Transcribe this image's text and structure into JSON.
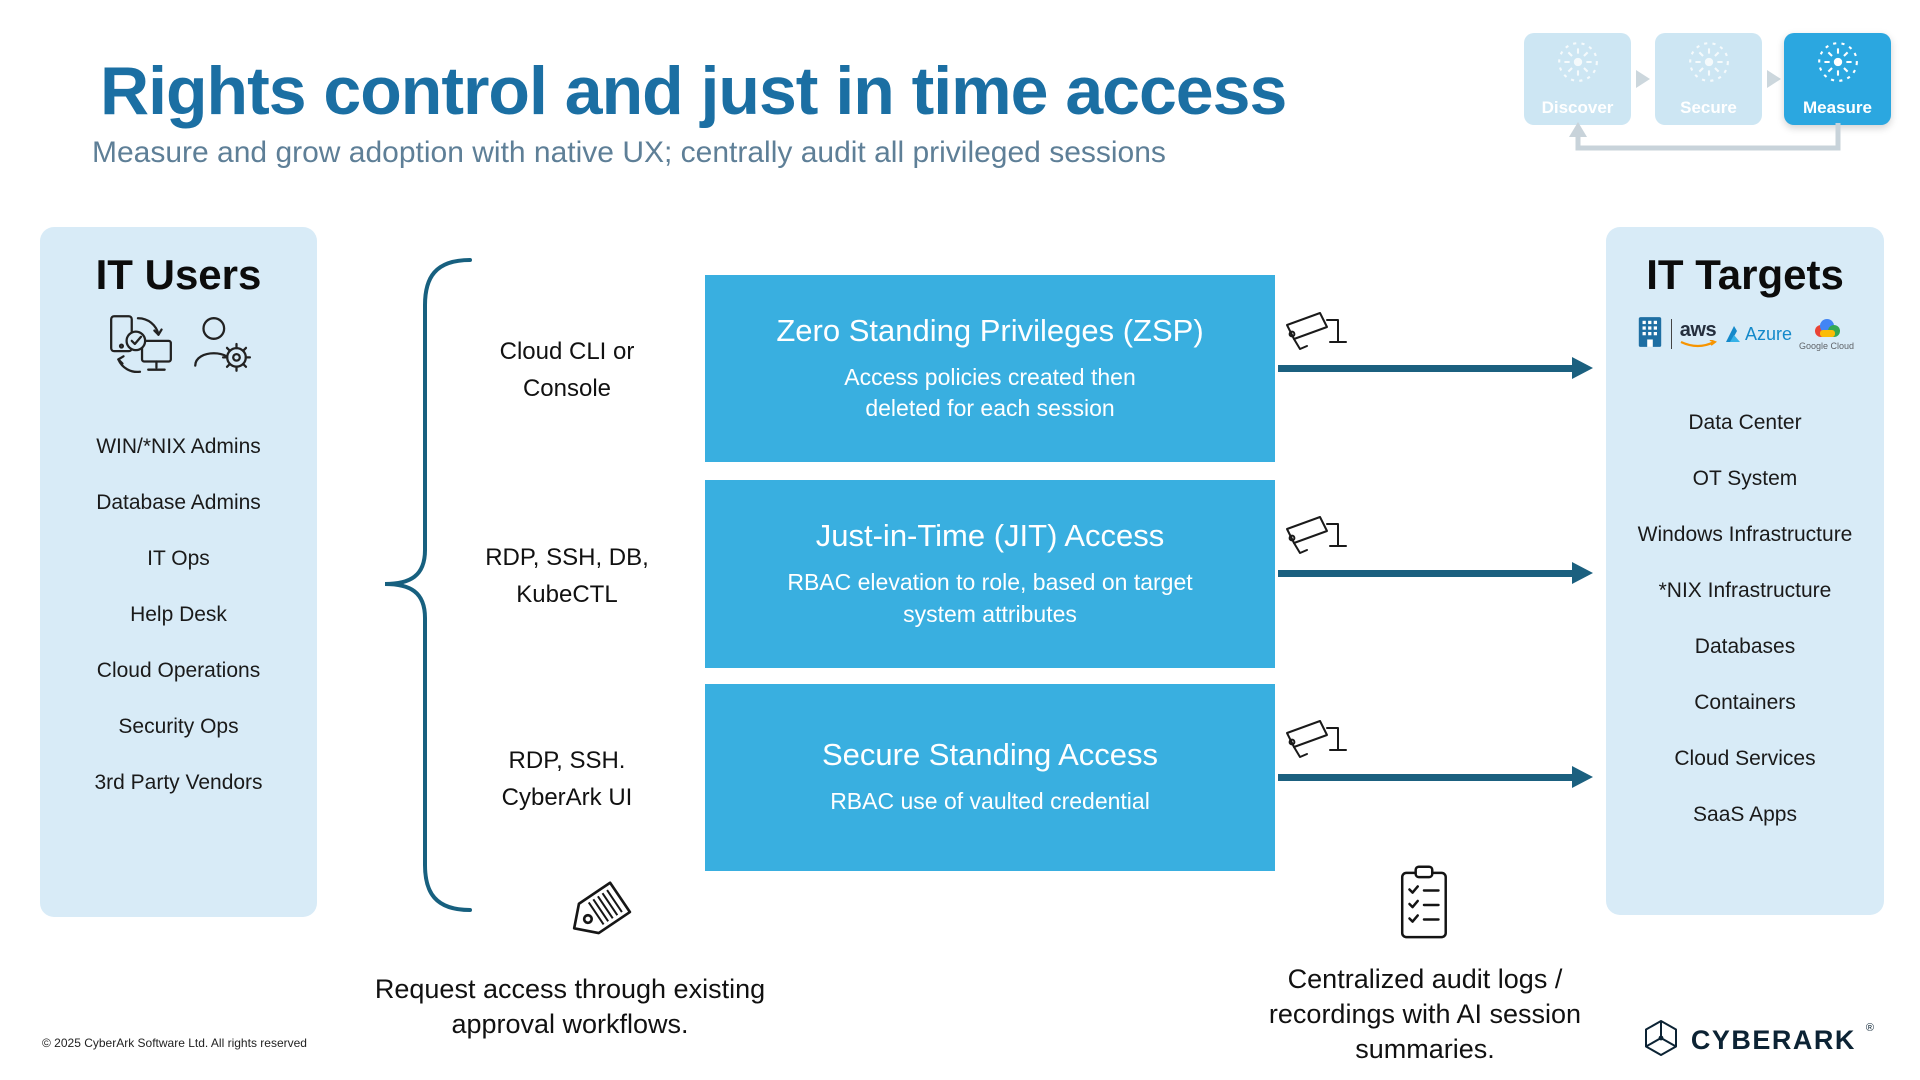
{
  "slide": {
    "title": "Rights control and just in time access",
    "subtitle": "Measure and grow adoption with native UX; centrally audit all privileged sessions",
    "copyright": "© 2025 CyberArk Software Ltd. All rights reserved",
    "brand": "CYBERARK",
    "brand_reg": "®"
  },
  "stepper": {
    "steps": [
      {
        "label": "Discover",
        "state": "inactive"
      },
      {
        "label": "Secure",
        "state": "inactive"
      },
      {
        "label": "Measure",
        "state": "active"
      }
    ]
  },
  "it_users": {
    "title": "IT Users",
    "items": [
      "WIN/*NIX Admins",
      "Database Admins",
      "IT Ops",
      "Help Desk",
      "Cloud Operations",
      "Security Ops",
      "3rd Party Vendors"
    ]
  },
  "flows": [
    {
      "label": "Cloud CLI or\nConsole",
      "title": "Zero Standing Privileges (ZSP)",
      "desc": "Access policies created then\ndeleted for each session"
    },
    {
      "label": "RDP, SSH, DB,\nKubeCTL",
      "title": "Just-in-Time (JIT) Access",
      "desc": "RBAC elevation to role, based on target\nsystem attributes"
    },
    {
      "label": "RDP, SSH.\nCyberArk UI",
      "title": "Secure Standing Access",
      "desc": "RBAC use of vaulted credential"
    }
  ],
  "it_targets": {
    "title": "IT Targets",
    "logos": {
      "aws": "aws",
      "azure": "Azure",
      "gcloud": "Google Cloud"
    },
    "items": [
      "Data Center",
      "OT System",
      "Windows Infrastructure",
      "*NIX Infrastructure",
      "Databases",
      "Containers",
      "Cloud Services",
      "SaaS Apps"
    ]
  },
  "notes": {
    "request": "Request access through existing\napproval workflows.",
    "audit": "Centralized audit logs /\nrecordings with AI session\nsummaries."
  },
  "colors": {
    "accent": "#1b6fa3",
    "box_blue": "#39afe0",
    "panel_blue": "#d8ebf7",
    "arrow": "#1b607f",
    "active_step": "#2ba7e0"
  }
}
